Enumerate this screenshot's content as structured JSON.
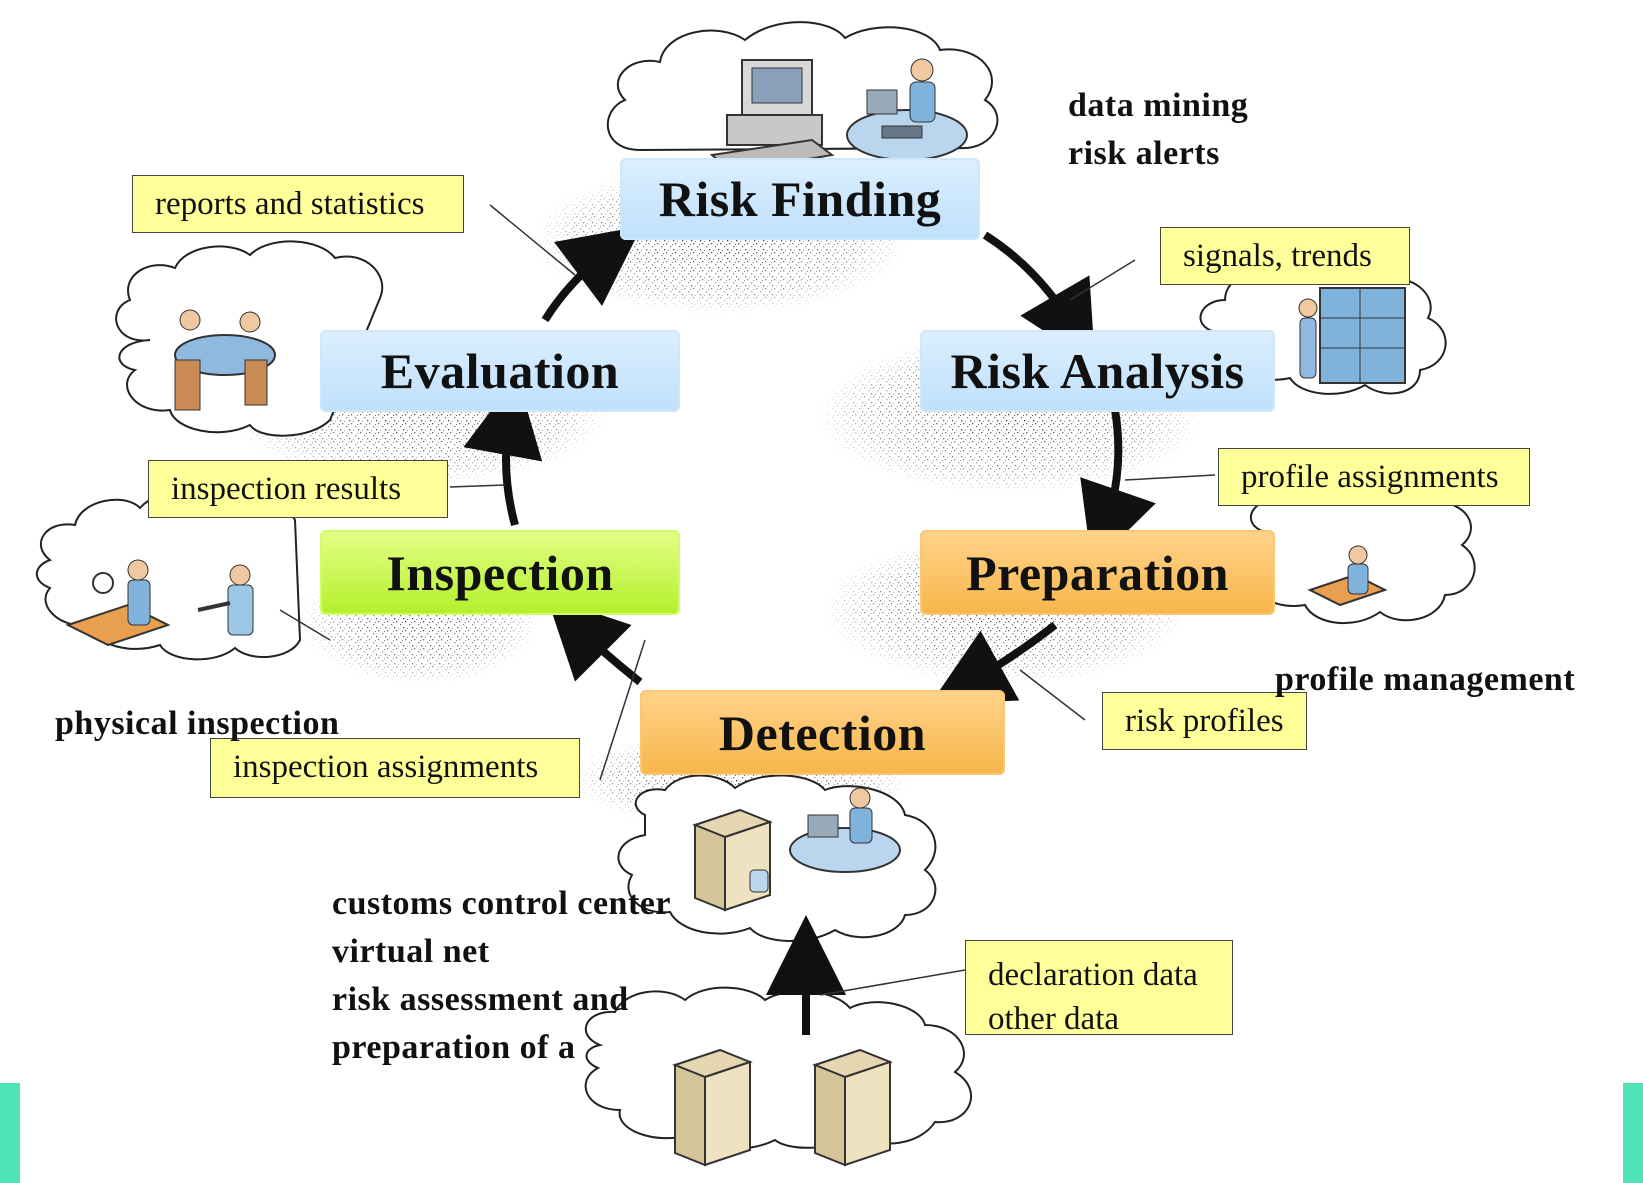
{
  "stages": {
    "risk_finding": "Risk Finding",
    "risk_analysis": "Risk Analysis",
    "preparation": "Preparation",
    "detection": "Detection",
    "inspection": "Inspection",
    "evaluation": "Evaluation"
  },
  "notes": {
    "reports": "reports and statistics",
    "signals": "signals, trends",
    "profile_assignments": "profile assignments",
    "risk_profiles": "risk profiles",
    "inspection_assignments": "inspection assignments",
    "inspection_results": "inspection results",
    "declaration": [
      "declaration data",
      "other data"
    ]
  },
  "labels": {
    "data_mining": [
      "data mining",
      "risk alerts"
    ],
    "profile_management": "profile management",
    "physical_inspection": "physical inspection",
    "customs": [
      "customs control center",
      "virtual net",
      "risk assessment and",
      "preparation of a"
    ]
  },
  "colors": {
    "stage_blue": "#c6e4fb",
    "stage_orange": "#f9bd55",
    "stage_green": "#c0f53c",
    "note_fill": "#ffff99",
    "side_accent": "#50e3b8"
  },
  "icons": [
    "computer-icon",
    "operator-workstation-icon",
    "server-rack-icon",
    "meeting-table-icon",
    "inspector-officer-icon",
    "server-tower-icon"
  ]
}
